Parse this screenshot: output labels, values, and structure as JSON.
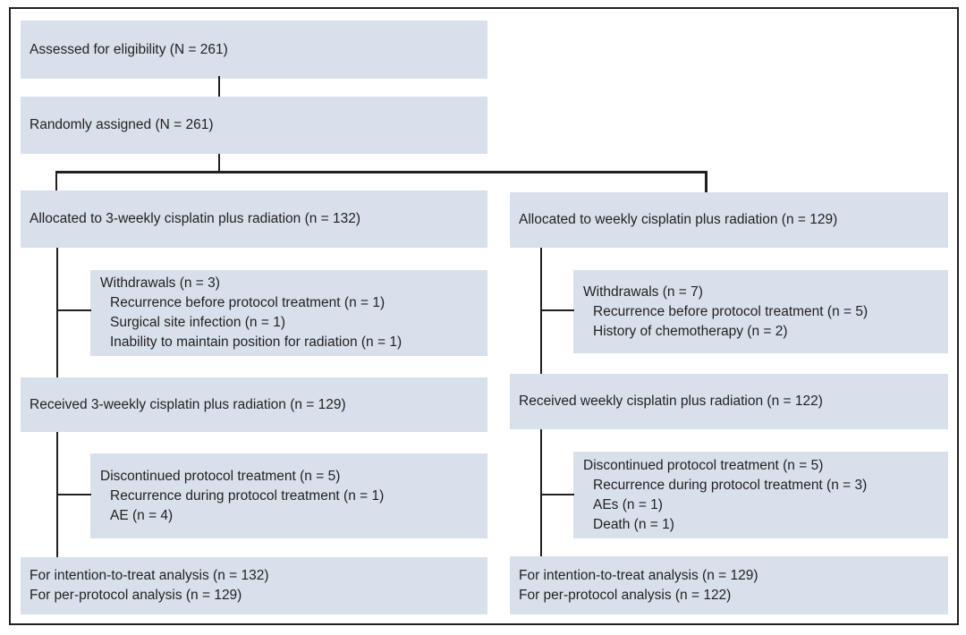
{
  "figure": {
    "type": "consort-flow-diagram",
    "colors": {
      "box_fill": "#d8e0ec",
      "line": "#231f20",
      "text": "#231f20",
      "background": "#ffffff"
    },
    "flow": {
      "assessed": "Assessed for eligibility (N = 261)",
      "randomized": "Randomly assigned (N = 261)",
      "left_arm": {
        "allocated": "Allocated to 3-weekly cisplatin plus radiation (n = 132)",
        "withdrawals_title": "Withdrawals (n = 3)",
        "withdrawals_details": [
          "Recurrence before protocol treatment (n = 1)",
          "Surgical site infection (n = 1)",
          "Inability to maintain position for radiation (n = 1)"
        ],
        "received": "Received 3-weekly cisplatin plus radiation (n = 129)",
        "discontinued_title": "Discontinued protocol treatment (n = 5)",
        "discontinued_details": [
          "Recurrence during protocol treatment (n = 1)",
          "AE (n = 4)"
        ],
        "analysis_lines": [
          "For intention-to-treat analysis (n = 132)",
          "For per-protocol analysis (n = 129)"
        ]
      },
      "right_arm": {
        "allocated": "Allocated to weekly cisplatin plus radiation (n = 129)",
        "withdrawals_title": "Withdrawals (n = 7)",
        "withdrawals_details": [
          "Recurrence before protocol treatment (n = 5)",
          "History of chemotherapy (n = 2)"
        ],
        "received": "Received weekly cisplatin plus radiation (n = 122)",
        "discontinued_title": "Discontinued protocol treatment (n = 5)",
        "discontinued_details": [
          "Recurrence during protocol treatment (n = 3)",
          "AEs (n = 1)",
          "Death (n = 1)"
        ],
        "analysis_lines": [
          "For intention-to-treat analysis (n = 129)",
          "For per-protocol analysis (n = 122)"
        ]
      }
    }
  }
}
